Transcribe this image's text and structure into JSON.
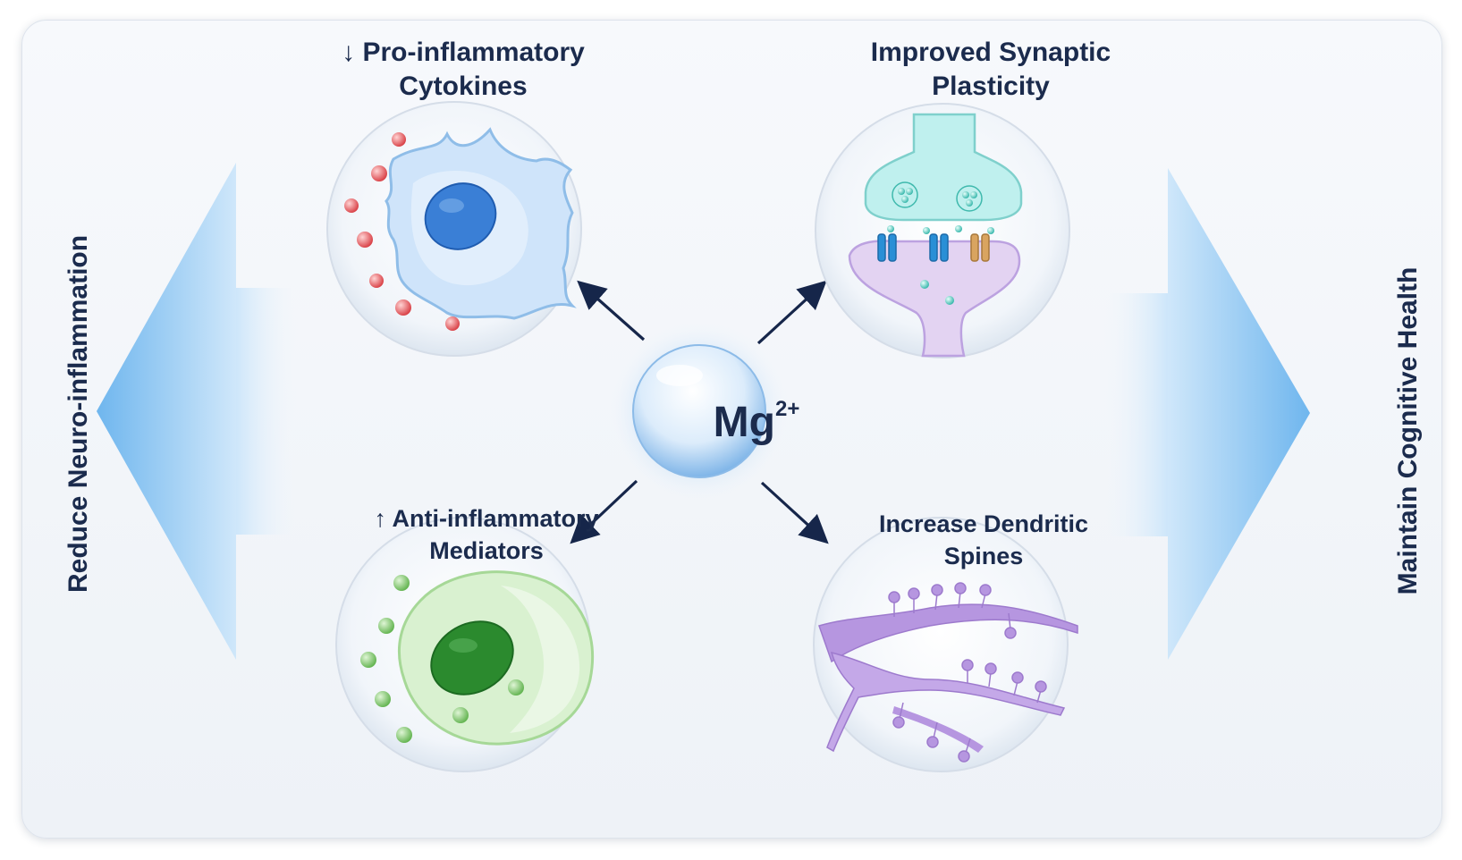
{
  "center": {
    "symbol": "Mg",
    "charge": "2+"
  },
  "left_arrow": {
    "label": "Reduce Neuro-inflammation"
  },
  "right_arrow": {
    "label": "Maintain Cognitive Health"
  },
  "effects": {
    "top_left": {
      "label": "↓ Pro-inflammatory Cytokines"
    },
    "top_right": {
      "label": "Improved Synaptic Plasticity"
    },
    "bottom_left": {
      "label": "↑ Anti-inflammatory Mediators"
    },
    "bottom_right": {
      "label": "Increase Dendritic Spines"
    }
  },
  "colors": {
    "text": "#1b2b4d",
    "arrow_blue": "#7fc0ef",
    "connector": "#16264a",
    "cytokine_red": "#e8575a",
    "mediator_green": "#7fcc6e",
    "dendrite_purple": "#b696e0"
  }
}
